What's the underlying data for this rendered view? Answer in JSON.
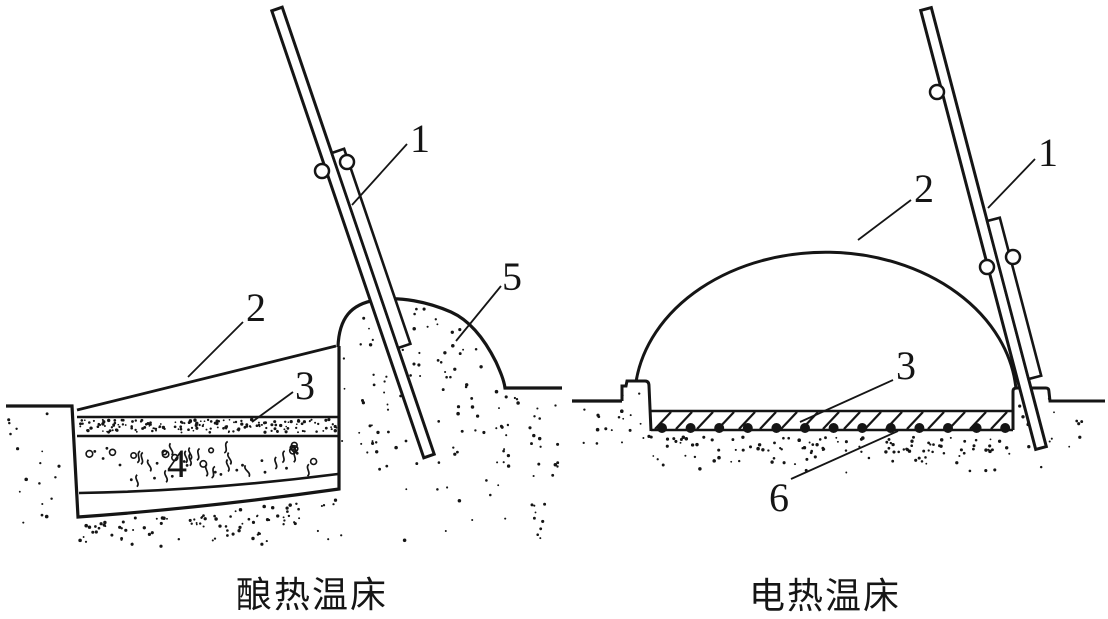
{
  "colors": {
    "ink": "#151515",
    "paper": "#ffffff"
  },
  "figures": {
    "left": {
      "caption": "酿热温床",
      "labels": {
        "n1": "1",
        "n2": "2",
        "n3": "3",
        "n4": "4",
        "n5": "5"
      }
    },
    "right": {
      "caption": "电热温床",
      "labels": {
        "n1": "1",
        "n2": "2",
        "n3": "3",
        "n6": "6"
      }
    }
  }
}
